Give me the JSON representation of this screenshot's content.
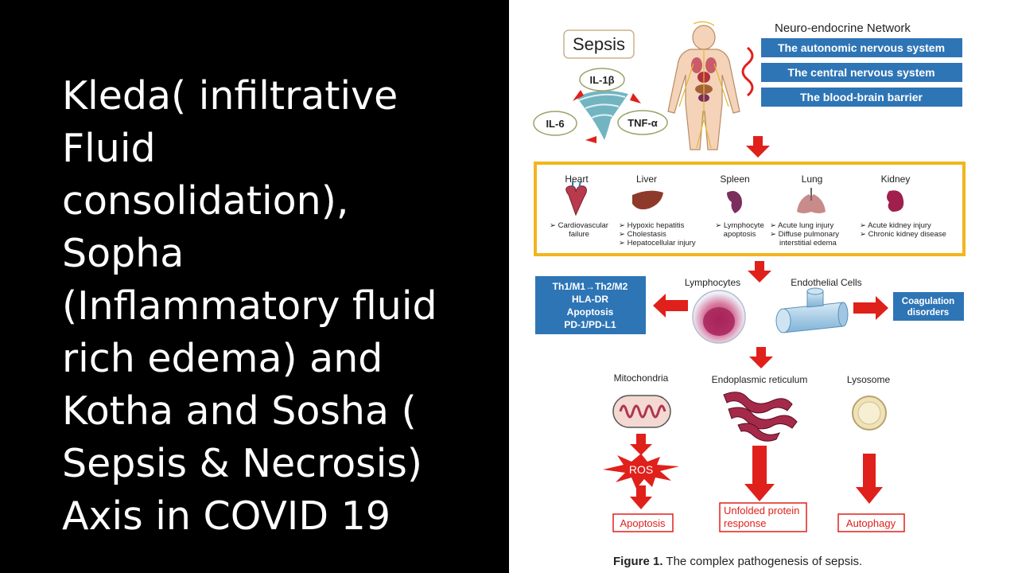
{
  "slide": {
    "title": "Kleda( infiltrative\nFluid\nconsolidation),\nSopha\n(Inflammatory fluid\nrich edema) and\nKotha and Sosha (\nSepsis & Necrosis)\nAxis in COVID 19"
  },
  "figure": {
    "sepsis_label": "Sepsis",
    "cytokines": [
      "IL-1β",
      "IL-6",
      "TNF-α"
    ],
    "network_title": "Neuro-endocrine Network",
    "network_items": [
      "The autonomic nervous system",
      "The central nervous system",
      "The blood-brain barrier"
    ],
    "organs": [
      {
        "name": "Heart",
        "effects": [
          "➢ Cardiovascular",
          "failure"
        ]
      },
      {
        "name": "Liver",
        "effects": [
          "➢ Hypoxic hepatitis",
          "➢ Cholestasis",
          "➢ Hepatocellular injury"
        ]
      },
      {
        "name": "Spleen",
        "effects": [
          "➢ Lymphocyte",
          "apoptosis"
        ]
      },
      {
        "name": "Lung",
        "effects": [
          "➢ Acute lung injury",
          "➢ Diffuse pulmonary",
          "interstitial edema"
        ]
      },
      {
        "name": "Kidney",
        "effects": [
          "➢ Acute kidney injury",
          "➢ Chronic kidney disease"
        ]
      }
    ],
    "lymphocytes_label": "Lymphocytes",
    "endothelial_label": "Endothelial Cells",
    "immune_box": [
      "Th1/M1→Th2/M2",
      "HLA-DR",
      "Apoptosis",
      "PD-1/PD-L1"
    ],
    "coagulation_box": [
      "Coagulation",
      "disorders"
    ],
    "organelles": [
      "Mitochondria",
      "Endoplasmic reticulum",
      "Lysosome"
    ],
    "ros_label": "ROS",
    "outcomes": [
      [
        "Apoptosis"
      ],
      [
        "Unfolded protein",
        "response"
      ],
      [
        "Autophagy"
      ]
    ],
    "caption_bold": "Figure 1.",
    "caption_text": " The complex pathogenesis of sepsis.",
    "colors": {
      "arrow_red": "#e0201b",
      "blue_box": "#2e75b6",
      "yellow_frame": "#f2b51c"
    }
  }
}
